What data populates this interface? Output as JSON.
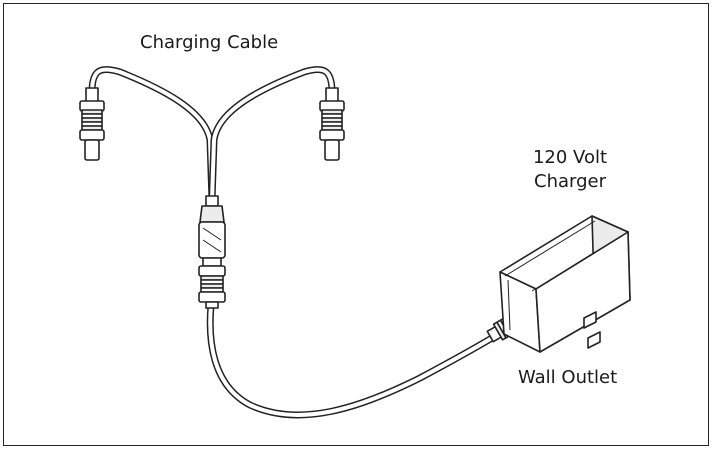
{
  "labels": {
    "charging_cable": "Charging Cable",
    "charger_line1": "120 Volt",
    "charger_line2": "Charger",
    "wall_outlet": "Wall Outlet"
  },
  "colors": {
    "line": "#222222",
    "fill": "#ffffff",
    "shade": "#e6e6e6"
  }
}
